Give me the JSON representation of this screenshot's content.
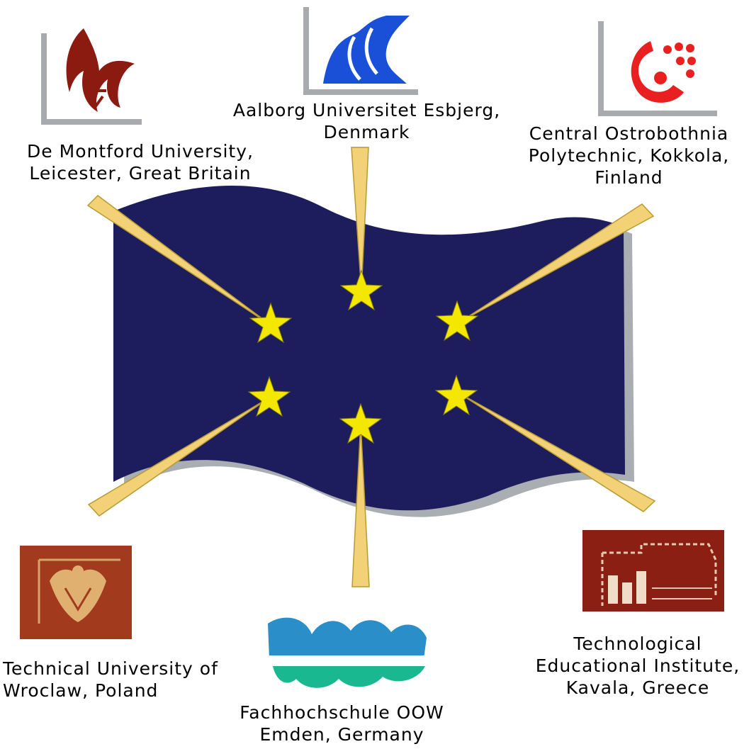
{
  "partners": {
    "de_montfort": {
      "line1": "De Montford University,",
      "line2": "Leicester, Great Britain",
      "logo_icon": "de-montfort-logo-icon"
    },
    "aalborg": {
      "line1": "Aalborg Universitet Esbjerg,",
      "line2": "Denmark",
      "logo_icon": "aalborg-logo-icon"
    },
    "central_ostrobothnia": {
      "line1": "Central Ostrobothnia",
      "line2": "Polytechnic, Kokkola,",
      "line3": "Finland",
      "logo_icon": "central-ostrobothnia-logo-icon"
    },
    "wroclaw": {
      "line1": "Technical University of",
      "line2": "Wroclaw, Poland",
      "logo_icon": "wroclaw-eagle-logo-icon"
    },
    "fachhochschule": {
      "line1": "Fachhochschule OOW",
      "line2": "Emden, Germany",
      "logo_icon": "fachhochschule-waves-logo-icon"
    },
    "kavala": {
      "line1": "Technological",
      "line2": "Educational Institute,",
      "line3": "Kavala, Greece",
      "logo_icon": "kavala-building-logo-icon"
    }
  },
  "flag": {
    "icon": "european-flag-icon",
    "star_count": 6
  },
  "colors": {
    "flag_blue": "#1d1d5e",
    "flag_shadow": "#a9aeb2",
    "star_yellow": "#f5e800",
    "beam_fill": "#f3d277",
    "beam_edge": "#b89a32",
    "de_montfort_red": "#8b1a10",
    "aalborg_blue": "#1a4fd8",
    "ostrobothnia_red": "#e8201f",
    "wroclaw_brown": "#a23a1e",
    "fh_blue": "#2a8fc8",
    "fh_green": "#19b890",
    "kavala_red": "#8c1f14"
  }
}
